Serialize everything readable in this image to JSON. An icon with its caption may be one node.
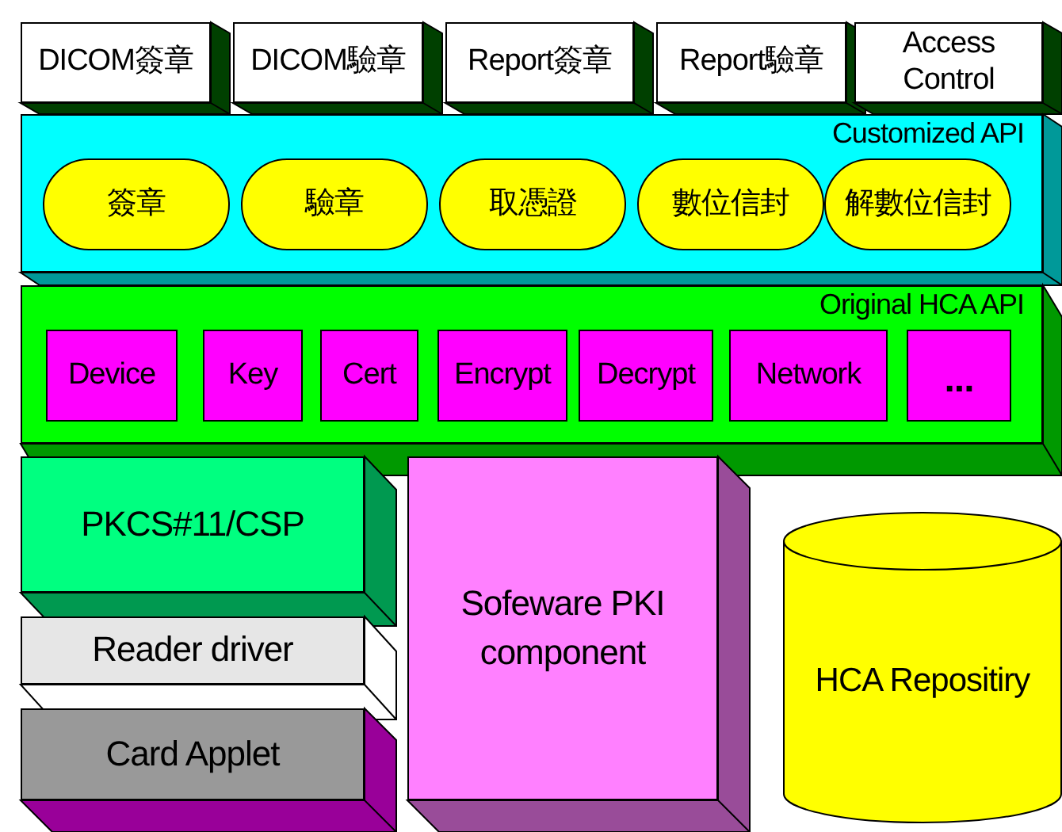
{
  "diagram": {
    "nodes": [
      {
        "text": [
          "DICOM簽章"
        ]
      },
      {
        "text": [
          "DICOM驗章"
        ]
      },
      {
        "text": [
          "Report簽章"
        ]
      },
      {
        "text": [
          "Report驗章"
        ]
      },
      {
        "text": [
          "Access Control"
        ]
      },
      {
        "text": [
          "Customized API"
        ]
      },
      {
        "text": [
          "簽章"
        ],
        "in": 5
      },
      {
        "text": [
          "驗章"
        ],
        "in": 5
      },
      {
        "text": [
          "取憑證"
        ],
        "in": 5
      },
      {
        "text": [
          "數位信封"
        ],
        "in": 5
      },
      {
        "text": [
          "解數位信封"
        ],
        "in": 5
      },
      {
        "text": [
          "Original HCA API"
        ]
      },
      {
        "text": [
          "Device"
        ],
        "in": 11
      },
      {
        "text": [
          "Key"
        ],
        "in": 11
      },
      {
        "text": [
          "Cert"
        ],
        "in": 11
      },
      {
        "text": [
          "Encrypt"
        ],
        "in": 11
      },
      {
        "text": [
          "Decrypt"
        ],
        "in": 11
      },
      {
        "text": [
          "Network"
        ],
        "in": 11
      },
      {
        "text": [
          "..."
        ],
        "in": 11
      },
      {
        "text": [
          "PKCS#11/CSP"
        ]
      },
      {
        "text": [
          "Reader driver"
        ]
      },
      {
        "text": [
          "Card Applet"
        ]
      },
      {
        "text": [
          "Sofeware PKI component"
        ]
      },
      {
        "text": [
          "HCA Repositiry"
        ]
      }
    ]
  }
}
